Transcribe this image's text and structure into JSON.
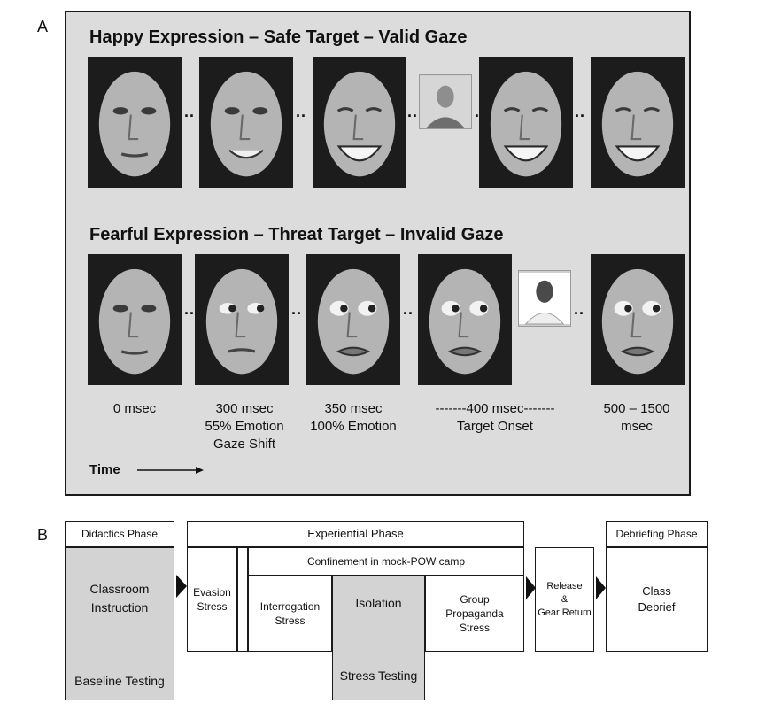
{
  "panel_a": {
    "letter": "A",
    "rows": [
      {
        "title": "Happy Expression – Safe Target – Valid Gaze"
      },
      {
        "title": "Fearful Expression – Threat Target – Invalid Gaze"
      }
    ],
    "separator": "..",
    "time_labels": [
      "0 msec",
      "300 msec\n55% Emotion\nGaze Shift",
      "350 msec\n100% Emotion",
      "-------400 msec-------\nTarget Onset",
      "500 – 1500\nmsec"
    ],
    "time_axis_label": "Time"
  },
  "panel_b": {
    "letter": "B",
    "didactics": {
      "header": "Didactics Phase",
      "main": "Classroom\nInstruction",
      "sub": "Baseline Testing"
    },
    "experiential": {
      "header": "Experiential Phase"
    },
    "confinement": "Confinement in mock-POW camp",
    "evasion": "Evasion\nStress",
    "interrogation": "Interrogation\nStress",
    "isolation": {
      "main": "Isolation",
      "sub": "Stress Testing"
    },
    "group": "Group\nPropaganda\nStress",
    "release": "Release\n&\nGear Return",
    "debriefing": {
      "header": "Debriefing Phase",
      "main": "Class\nDebrief"
    }
  }
}
